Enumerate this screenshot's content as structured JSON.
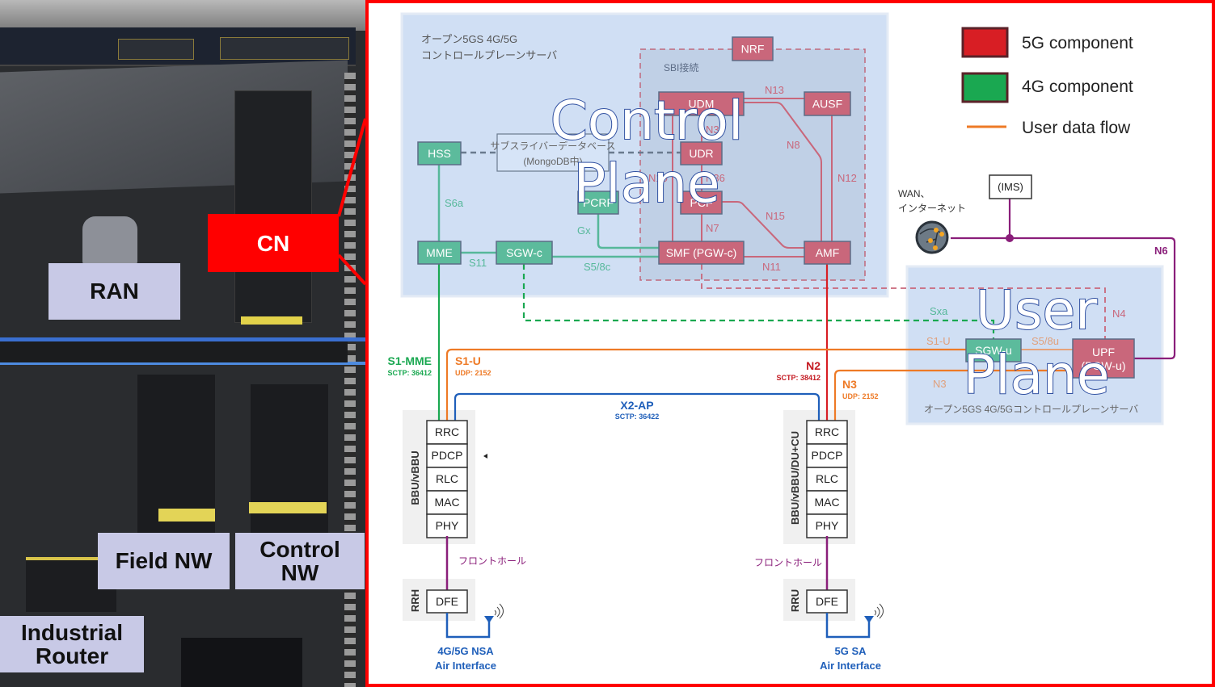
{
  "photo": {
    "labels": {
      "ran": "RAN",
      "cn": "CN",
      "field_nw": "Field NW",
      "control_nw_line1": "Control",
      "control_nw_line2": "NW",
      "industrial_router_line1": "Industrial",
      "industrial_router_line2": "Router"
    }
  },
  "legend": {
    "items": [
      {
        "label": "5G component",
        "color": "#d81e24"
      },
      {
        "label": "4G component",
        "color": "#1aa851"
      },
      {
        "label": "User data flow",
        "color": "#ee7a26"
      }
    ]
  },
  "overlay_titles": {
    "control_plane_1": "Control",
    "control_plane_2": "Plane",
    "user_plane_1": "User",
    "user_plane_2": "Plane"
  },
  "control_plane_server": {
    "title_line1": "オープン5GS 4G/5G",
    "title_line2": "コントロールプレーンサーバ",
    "sbi_label": "SBI接続",
    "subscriber_db_line1": "サブスライバーデータベース",
    "subscriber_db_line2": "(MongoDB中)",
    "nodes_4g": [
      "HSS",
      "MME",
      "SGW-c",
      "PCRF"
    ],
    "nodes_5g": [
      "NRF",
      "UDM",
      "AUSF",
      "UDR",
      "PCF",
      "SMF (PGW-c)",
      "AMF"
    ],
    "interfaces": {
      "s6a": "S6a",
      "s11": "S11",
      "s58c": "S5/8c",
      "gx": "Gx",
      "n13": "N13",
      "n8": "N8",
      "n12": "N12",
      "n10": "N10",
      "n35": "N35",
      "n36": "N36",
      "n7": "N7",
      "n15": "N15",
      "n11": "N11"
    }
  },
  "user_plane_server": {
    "caption": "オープン5GS 4G/5Gコントロールプレーンサーバ",
    "nodes": {
      "sgw_u": "SGW-u",
      "upf_line1": "UPF",
      "upf_line2": "(PGW-u)"
    },
    "interfaces": {
      "sxa": "Sxa",
      "n4": "N4",
      "s1u": "S1-U",
      "s58u": "S5/8u",
      "n3": "N3",
      "n6": "N6"
    }
  },
  "wan": {
    "line1": "WAN、",
    "line2": "インターネット",
    "ims": "(IMS)"
  },
  "links": {
    "s1_mme": "S1-MME",
    "s1_mme_port": "SCTP: 36412",
    "s1_u": "S1-U",
    "s1_u_port": "UDP: 2152",
    "x2_ap": "X2-AP",
    "x2_ap_port": "SCTP: 36422",
    "n2": "N2",
    "n2_port": "SCTP: 38412",
    "n3": "N3",
    "n3_port": "UDP: 2152"
  },
  "ran_left": {
    "group_label": "BBU/vBBU",
    "layers": [
      "RRC",
      "PDCP",
      "RLC",
      "MAC",
      "PHY"
    ],
    "fronthaul": "フロントホール",
    "radio_label": "RRH",
    "dfe": "DFE",
    "air_line1": "4G/5G NSA",
    "air_line2": "Air Interface"
  },
  "ran_right": {
    "group_label": "BBU/vBBU/DU+CU",
    "layers": [
      "RRC",
      "PDCP",
      "RLC",
      "MAC",
      "PHY"
    ],
    "fronthaul": "フロントホール",
    "radio_label": "RRU",
    "dfe": "DFE",
    "air_line1": "5G SA",
    "air_line2": "Air Interface"
  }
}
